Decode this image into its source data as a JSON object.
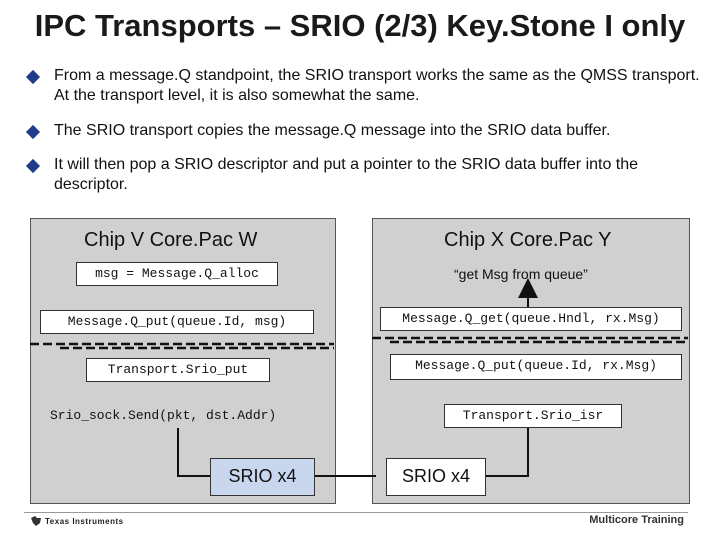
{
  "title": "IPC Transports – SRIO (2/3) Key.Stone I only",
  "bullets": [
    "From a message.Q standpoint, the SRIO transport works the same as the QMSS transport. At the transport level, it is also somewhat the same.",
    "The SRIO transport copies the message.Q message into the SRIO data buffer.",
    "It will then pop a SRIO descriptor and put a pointer to the SRIO data buffer into the descriptor."
  ],
  "left_panel": {
    "header": "Chip V   Core.Pac W",
    "alloc": "msg = Message.Q_alloc",
    "put": "Message.Q_put(queue.Id, msg)",
    "transport_put": "Transport.Srio_put",
    "sock_send": "Srio_sock.Send(pkt, dst.Addr)",
    "srio": "SRIO x4"
  },
  "right_panel": {
    "header": "Chip X   Core.Pac Y",
    "get_msg": "“get Msg from queue”",
    "get": "Message.Q_get(queue.Hndl, rx.Msg)",
    "put": "Message.Q_put(queue.Id, rx.Msg)",
    "isr": "Transport.Srio_isr",
    "srio": "SRIO x4"
  },
  "footer": {
    "logo": "Texas Instruments",
    "right": "Multicore Training"
  },
  "colors": {
    "panel": "#d0d0d0",
    "srio_left": "#c9d7ee",
    "bullet": "#1f3c88"
  }
}
